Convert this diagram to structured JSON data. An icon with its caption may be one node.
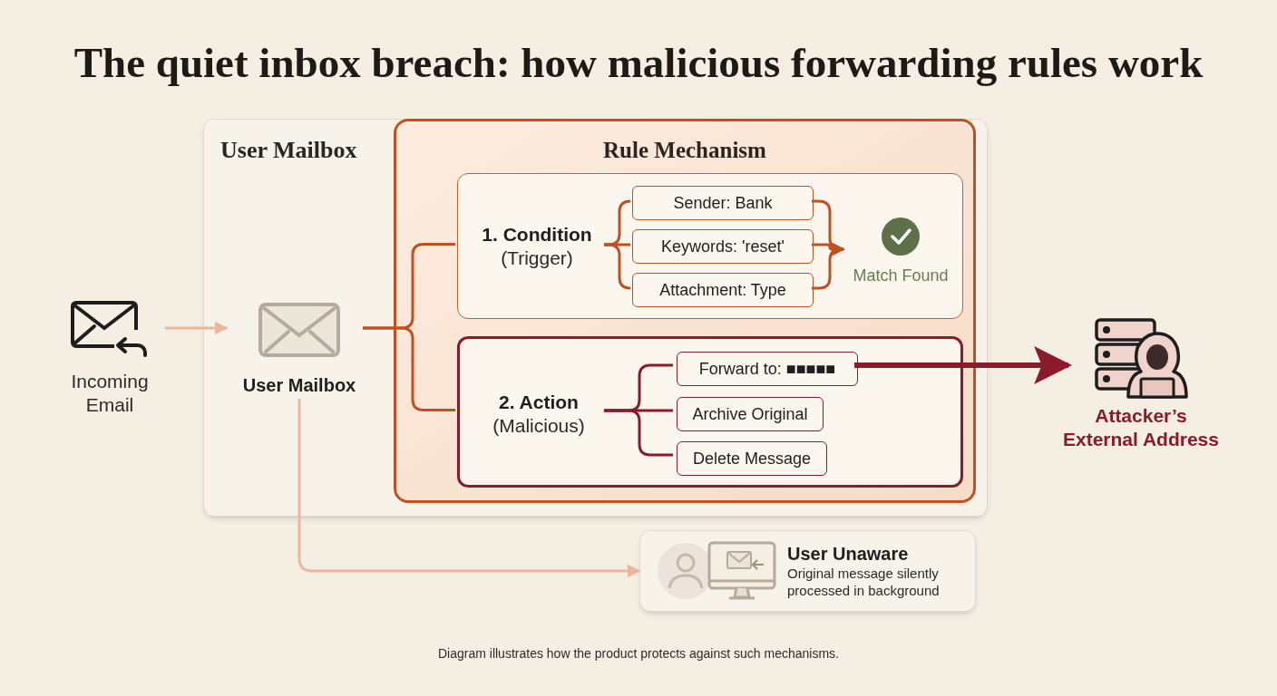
{
  "diagram": {
    "title": "The quiet inbox breach: how malicious forwarding rules work",
    "caption": "Diagram illustrates how the product protects against such mechanisms.",
    "nodes": [
      {
        "text": [
          "Incoming Email"
        ]
      },
      {
        "text": [
          "User Mailbox"
        ]
      },
      {
        "text": [
          "User Mailbox"
        ],
        "in": 1
      },
      {
        "text": [
          "Rule Mechanism"
        ],
        "in": 1
      },
      {
        "text": [],
        "shape": "box",
        "in": 3
      },
      {
        "text": [
          "1. Condition",
          "(Trigger)"
        ],
        "in": 4
      },
      {
        "text": [
          "Sender: Bank"
        ],
        "in": 4
      },
      {
        "text": [
          "Keywords: 'reset'"
        ],
        "in": 4
      },
      {
        "text": [
          "Attachment: Type"
        ],
        "in": 4
      },
      {
        "text": [
          "Match Found"
        ],
        "in": 4
      },
      {
        "text": [],
        "shape": "box",
        "in": 3
      },
      {
        "text": [
          "2. Action",
          "(Malicious)"
        ],
        "in": 10
      },
      {
        "text": [
          "Forward to: ■■■■■"
        ],
        "in": 10
      },
      {
        "text": [
          "Archive Original"
        ],
        "in": 10
      },
      {
        "text": [
          "Delete Message"
        ],
        "in": 10
      },
      {
        "text": [
          "Attacker’s External Address"
        ]
      },
      {
        "text": [
          "User Unaware",
          "Original message silently processed in background"
        ]
      }
    ],
    "edges": [
      {
        "from": 0,
        "to": 2,
        "arrow": "to",
        "color": "#e8b79c"
      },
      {
        "from": 2,
        "to": 4,
        "arrow": "none"
      },
      {
        "from": 2,
        "to": 10,
        "arrow": "none"
      },
      {
        "from": 5,
        "to": 6,
        "arrow": "none"
      },
      {
        "from": 5,
        "to": 7,
        "arrow": "none"
      },
      {
        "from": 5,
        "to": 8,
        "arrow": "none"
      },
      {
        "from": 6,
        "to": 9,
        "arrow": "to"
      },
      {
        "from": 7,
        "to": 9,
        "arrow": "to"
      },
      {
        "from": 8,
        "to": 9,
        "arrow": "to"
      },
      {
        "from": 11,
        "to": 12,
        "arrow": "none",
        "color": "#8b1a2b"
      },
      {
        "from": 11,
        "to": 13,
        "arrow": "none",
        "color": "#8b1a2b"
      },
      {
        "from": 11,
        "to": 14,
        "arrow": "none",
        "color": "#8b1a2b"
      },
      {
        "from": 12,
        "to": 15,
        "arrow": "to",
        "style": "thick",
        "color": "#8b1a2b"
      },
      {
        "from": 2,
        "to": 16,
        "arrow": "to",
        "color": "#e8b79c"
      }
    ]
  }
}
